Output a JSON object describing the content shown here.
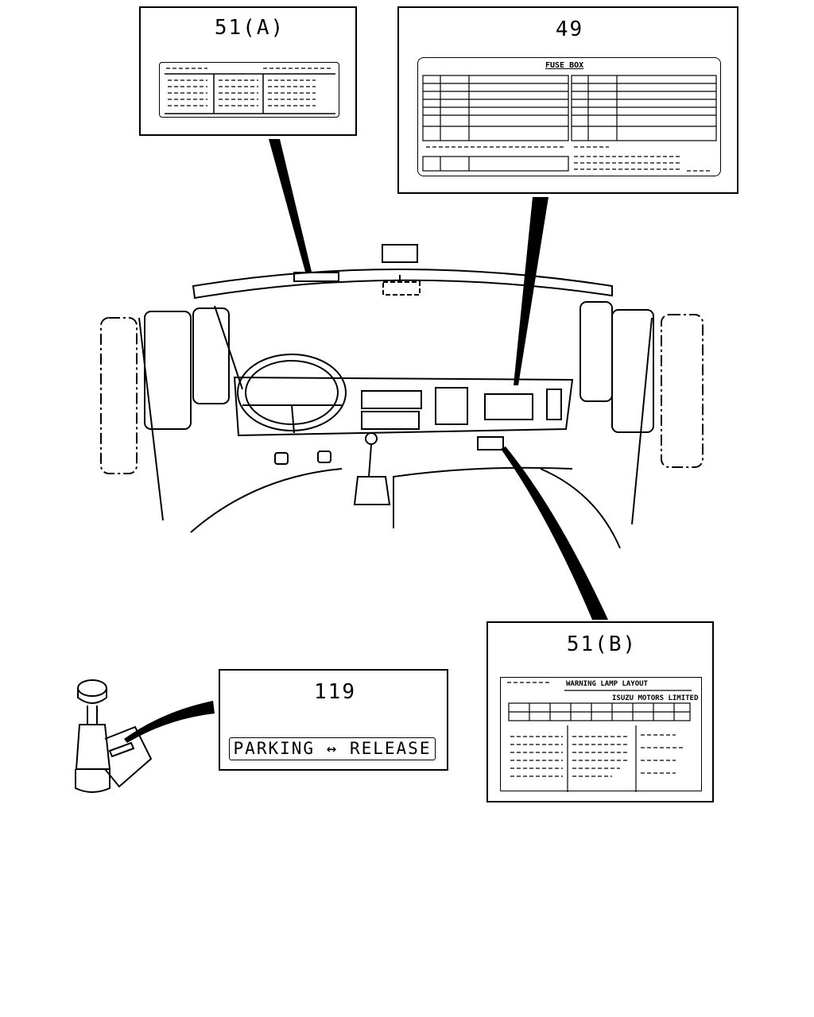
{
  "callouts": {
    "label_51a": "51(A)",
    "label_49": "49",
    "label_51b": "51(B)",
    "label_119": "119"
  },
  "fuse_box": {
    "title": "FUSE BOX"
  },
  "warning_lamp": {
    "title": "WARNING LAMP LAYOUT",
    "maker": "ISUZU MOTORS LIMITED"
  },
  "parking_label": {
    "text": "PARKING ↔ RELEASE"
  }
}
